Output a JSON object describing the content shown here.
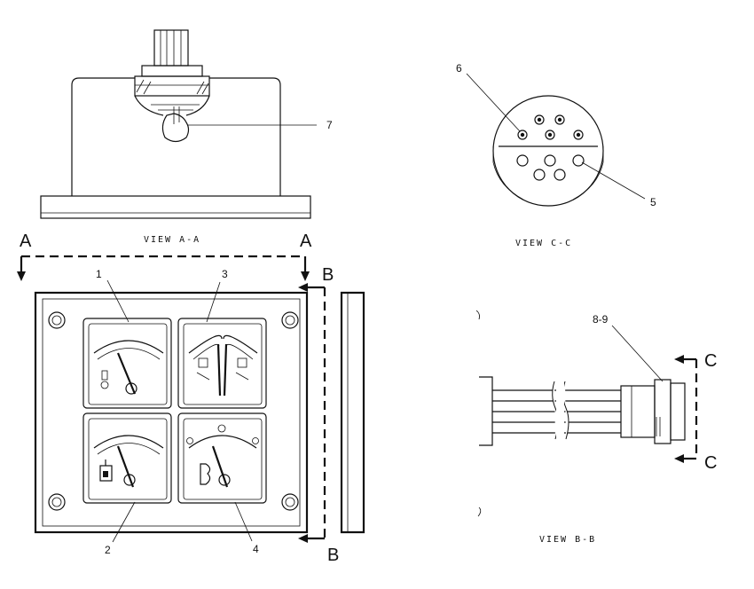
{
  "callouts": {
    "c1": "1",
    "c2": "2",
    "c3": "3",
    "c4": "4",
    "c5": "5",
    "c6": "6",
    "c7": "7",
    "c89": "8-9"
  },
  "view_titles": {
    "view_aa": "VIEW A-A",
    "view_cc": "VIEW C-C",
    "view_bb": "VIEW B-B"
  },
  "section_letters": {
    "a_left": "A",
    "a_right": "A",
    "b_top": "B",
    "b_bottom": "B",
    "c_top": "C",
    "c_bottom": "C"
  },
  "colors": {
    "line": "#111111",
    "background": "#ffffff"
  }
}
